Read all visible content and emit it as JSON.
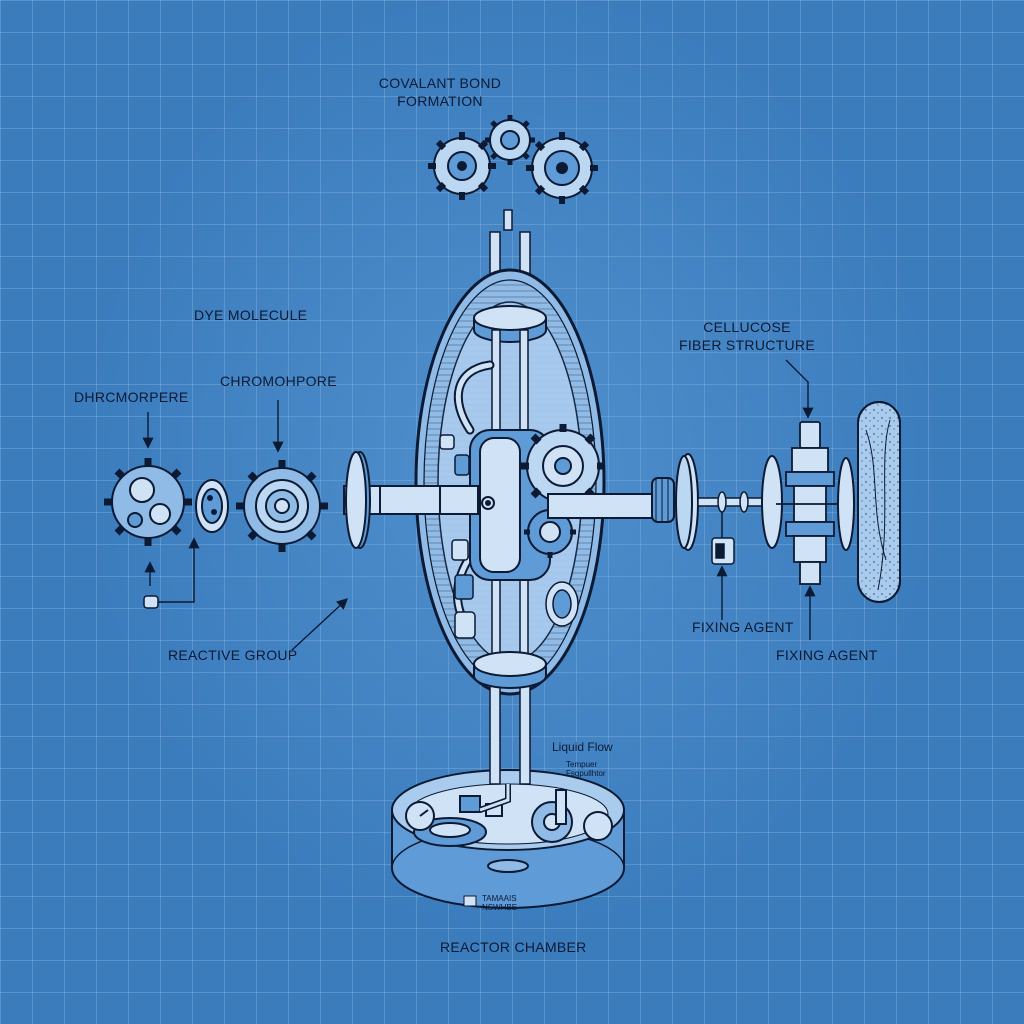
{
  "labels": {
    "covalant_line1": "COVALANT BOND",
    "covalant_line2": "FORMATION",
    "dye_molecule": "DYE MOLECULE",
    "dhrcmorpere": "DHRCMORPERE",
    "chromohpore": "CHROMOHPORE",
    "cellucose_line1": "CELLUCOSE",
    "cellucose_line2": "FIBER STRUCTURE",
    "fixing_agent_1": "FIXING AGENT",
    "fixing_agent_2": "FIXING AGENT",
    "reactive_group": "REACTIVE GROUP",
    "liquid_flow": "Liquid Flow",
    "tempuer_line1": "Tempuer",
    "tempuer_line2": "Fsgpullhtor",
    "reactor_chamber": "REACTOR CHAMBER",
    "plate_line1": "TAMAAIS",
    "plate_line2": "NSWHBE"
  },
  "colors": {
    "background": "#3b7cbd",
    "grid": "#c8e1fa",
    "line": "#0c1a33",
    "part_fill": "#cfe2f6",
    "part_shade": "#5f9bd6"
  }
}
